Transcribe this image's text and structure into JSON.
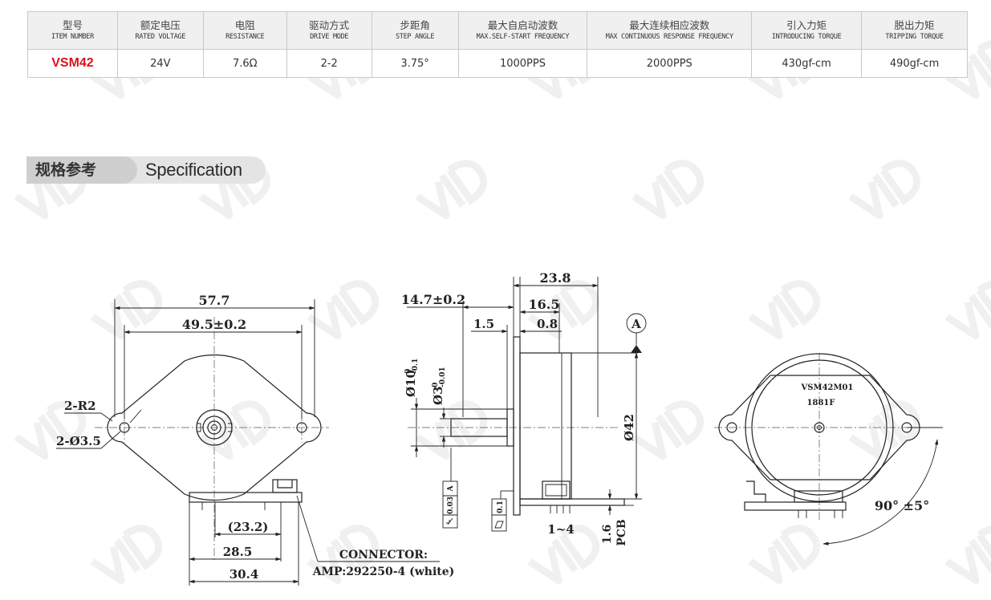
{
  "spec_table": {
    "headers": [
      {
        "cn": "型号",
        "en": "ITEM NUMBER"
      },
      {
        "cn": "额定电压",
        "en": "RATED VOLTAGE"
      },
      {
        "cn": "电阻",
        "en": "RESISTANCE"
      },
      {
        "cn": "驱动方式",
        "en": "DRIVE MODE"
      },
      {
        "cn": "步距角",
        "en": "STEP ANGLE"
      },
      {
        "cn": "最大自启动波数",
        "en": "MAX.SELF-START FREQUENCY"
      },
      {
        "cn": "最大连续相应波数",
        "en": "MAX CONTINUOUS RESPONSE FREQUENCY"
      },
      {
        "cn": "引入力矩",
        "en": "INTRODUCING TORQUE"
      },
      {
        "cn": "脱出力矩",
        "en": "TRIPPING TORQUE"
      }
    ],
    "row": [
      "VSM42",
      "24V",
      "7.6Ω",
      "2-2",
      "3.75°",
      "1000PPS",
      "2000PPS",
      "430gf-cm",
      "490gf-cm"
    ],
    "model_color": "#d7141a"
  },
  "section": {
    "cn": "规格参考",
    "en": "Specification"
  },
  "drawing": {
    "front_view": {
      "overall_width": "57.7",
      "hole_pitch": "49.5±0.2",
      "corner_radius": "2-R2",
      "hole_dia": "2-Ø3.5",
      "connector_offset": "(23.2)",
      "base_width": "28.5",
      "connector_width": "30.4",
      "connector_label_1": "CONNECTOR:",
      "connector_label_2": "AMP:292250-4 (white)"
    },
    "side_view": {
      "total_length": "23.8",
      "shaft_length": "14.7±0.2",
      "body_length": "16.5",
      "flange_thickness": "1.5",
      "gap": "0.8",
      "datum": "A",
      "boss_dia_main": "Ø10",
      "boss_dia_tol_upper": "0",
      "boss_dia_tol_lower": "-0.1",
      "shaft_dia_main": "Ø3",
      "shaft_dia_tol_upper": "0",
      "shaft_dia_tol_lower": "-0.01",
      "body_dia": "Ø42",
      "runout_val": "0.03",
      "runout_ref": "A",
      "flatness_val": "0.1",
      "pins": "1~4",
      "pcb_thk": "1.6",
      "pcb": "PCB"
    },
    "rear_view": {
      "label_1": "VSM42M01",
      "label_2": "1881F",
      "angle": "90° ±5°"
    }
  }
}
